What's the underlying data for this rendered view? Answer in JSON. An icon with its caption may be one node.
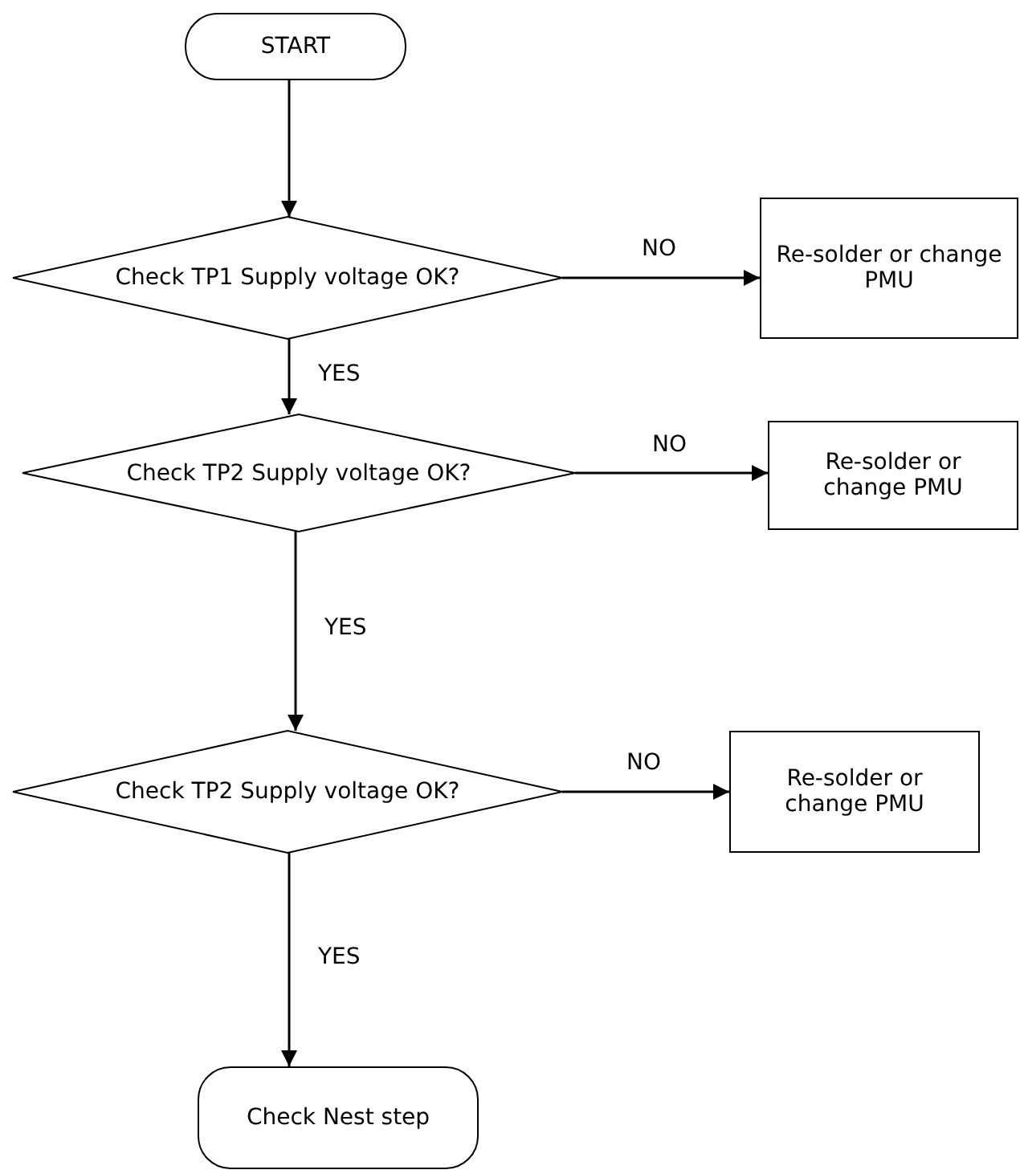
{
  "diagram": {
    "nodes": [
      {
        "text": [
          "START"
        ]
      },
      {
        "text": [
          "Check TP1 Supply voltage OK?"
        ]
      },
      {
        "text": [
          "Re-solder or change PMU"
        ]
      },
      {
        "text": [
          "Check TP2 Supply voltage OK?"
        ]
      },
      {
        "text": [
          "Re-solder or change PMU"
        ]
      },
      {
        "text": [
          "Check TP2 Supply voltage OK?"
        ]
      },
      {
        "text": [
          "Re-solder or change PMU"
        ]
      },
      {
        "text": [
          "Check Nest step"
        ]
      }
    ],
    "edges": [
      {
        "from": 0,
        "to": 1,
        "arrow": "to"
      },
      {
        "from": 1,
        "to": 2,
        "arrow": "to",
        "label": "NO"
      },
      {
        "from": 1,
        "to": 3,
        "arrow": "to",
        "label": "YES"
      },
      {
        "from": 3,
        "to": 4,
        "arrow": "to",
        "label": "NO"
      },
      {
        "from": 3,
        "to": 5,
        "arrow": "to",
        "label": "YES"
      },
      {
        "from": 5,
        "to": 6,
        "arrow": "to",
        "label": "NO"
      },
      {
        "from": 5,
        "to": 7,
        "arrow": "to",
        "label": "YES"
      }
    ]
  }
}
